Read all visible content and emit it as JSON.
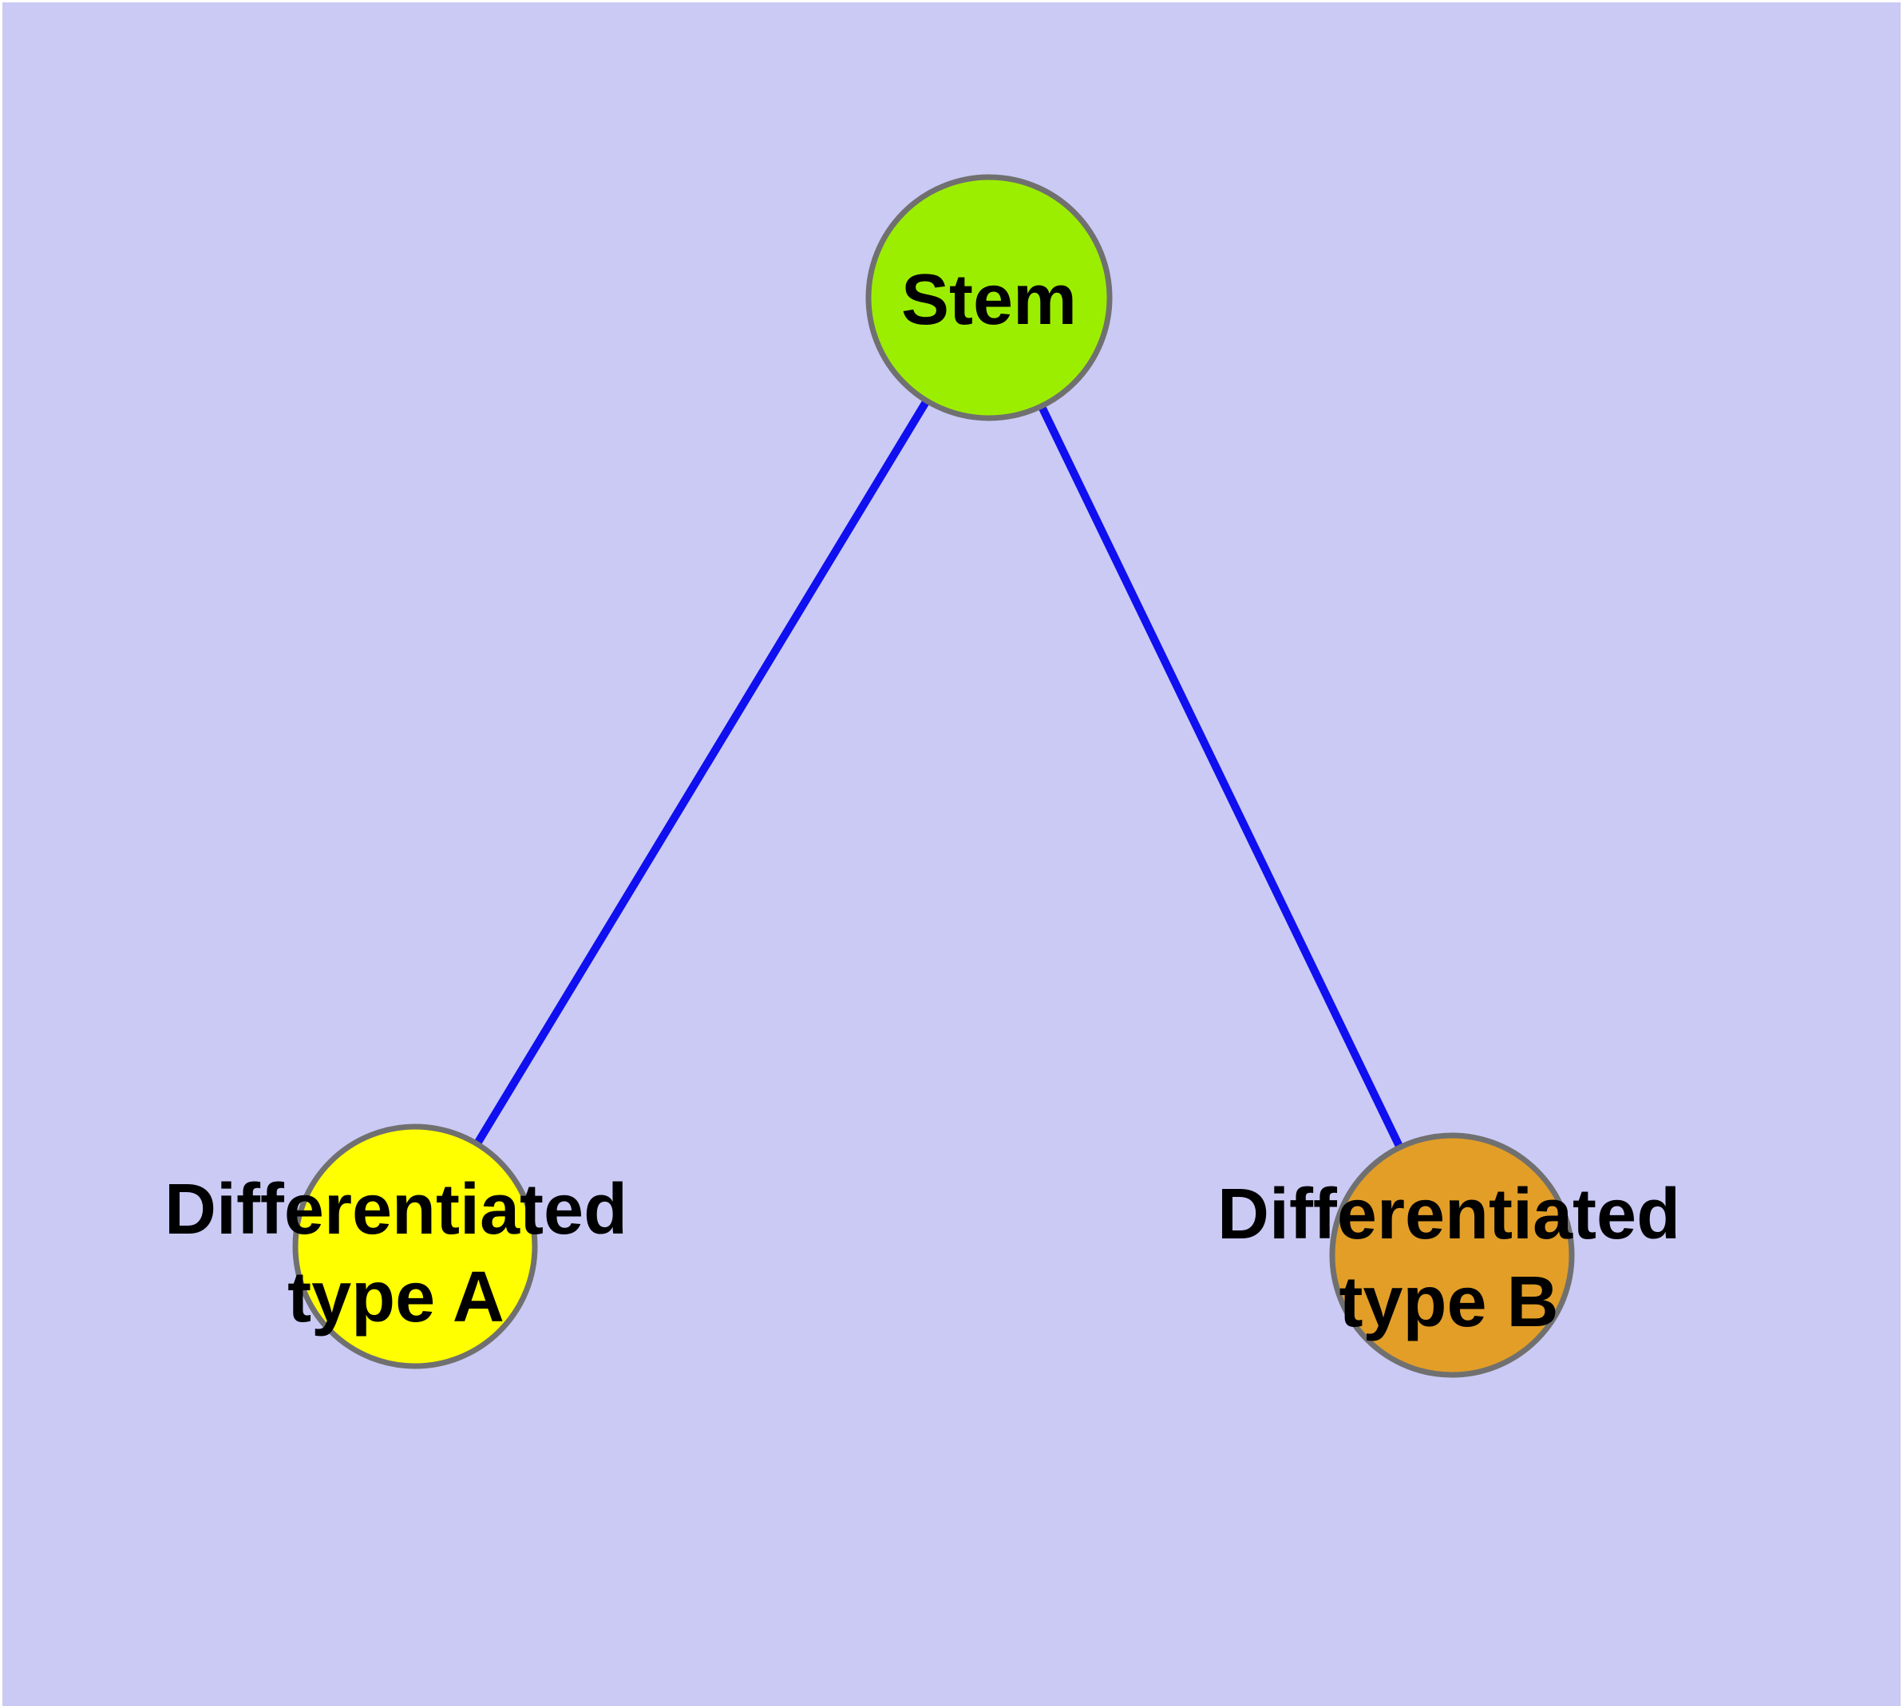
{
  "style": {
    "background": "#CACAF5",
    "frame": "#FFFFFF",
    "edge_color": "#0F0FF0",
    "node_border_color": "#707070",
    "label_color": "#000000"
  },
  "nodes": {
    "stem": {
      "label": "Stem",
      "fill": "#9CEE00"
    },
    "type_a": {
      "label_line1": "Differentiated",
      "label_line2": "type A",
      "fill": "#FFFF00"
    },
    "type_b": {
      "label_line1": "Differentiated",
      "label_line2": "type B",
      "fill": "#E29E27"
    }
  },
  "edges": [
    {
      "from": "Stem",
      "to": "Differentiated type A"
    },
    {
      "from": "Stem",
      "to": "Differentiated type B"
    }
  ]
}
